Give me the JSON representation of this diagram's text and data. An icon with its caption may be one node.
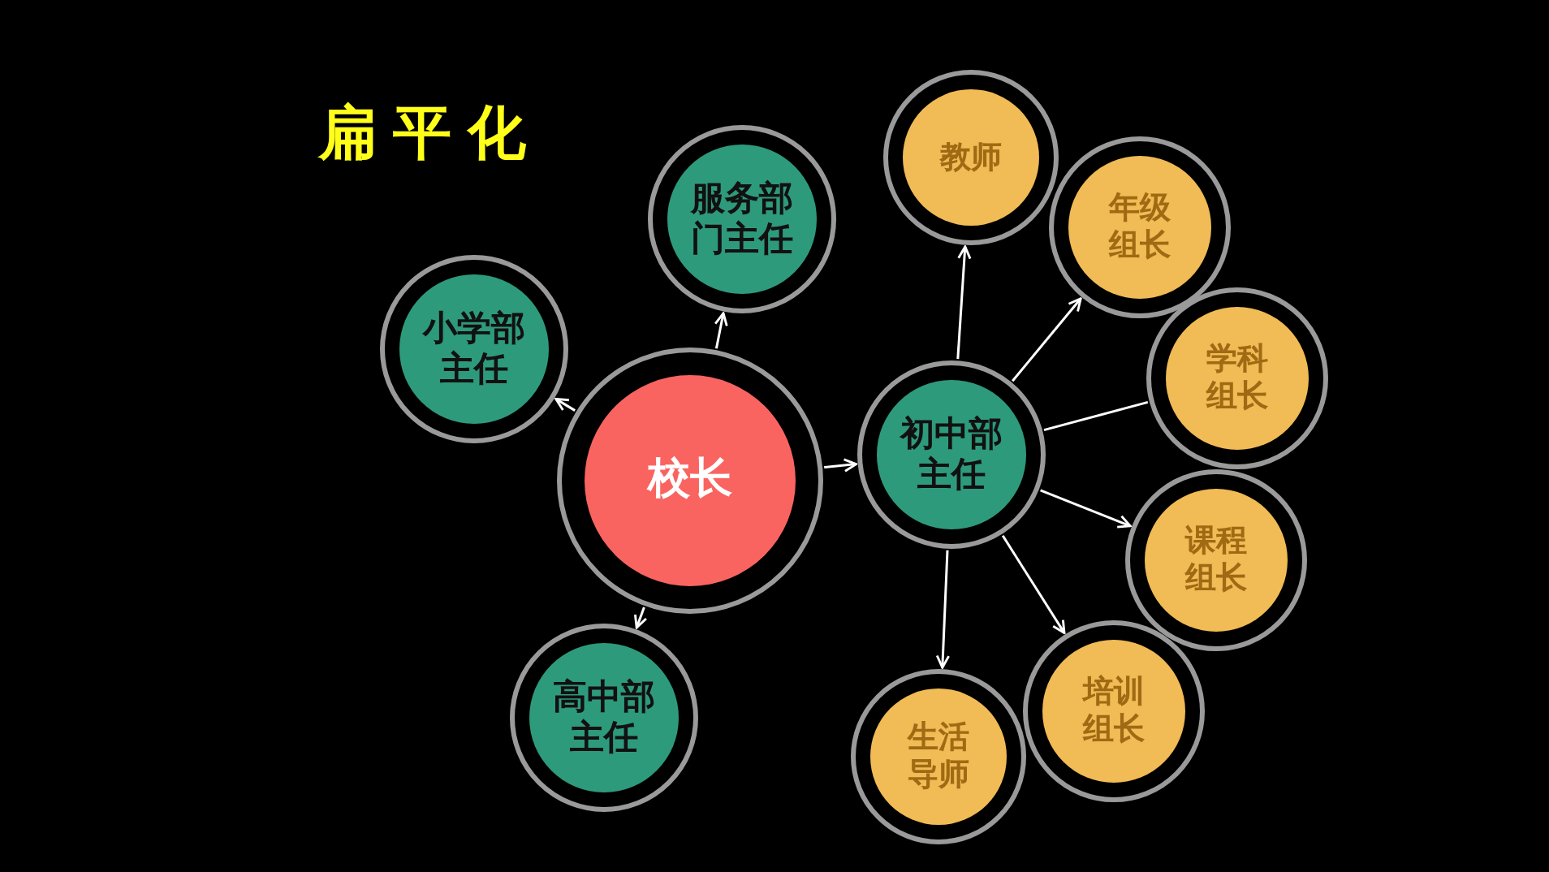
{
  "diagram": {
    "title": "扁平化",
    "nodes": [
      {
        "text": [
          "校长"
        ]
      },
      {
        "text": [
          "小学部主任"
        ]
      },
      {
        "text": [
          "服务部门主任"
        ]
      },
      {
        "text": [
          "高中部主任"
        ]
      },
      {
        "text": [
          "初中部主任"
        ]
      },
      {
        "text": [
          "教师"
        ]
      },
      {
        "text": [
          "年级组长"
        ]
      },
      {
        "text": [
          "学科组长"
        ]
      },
      {
        "text": [
          "课程组长"
        ]
      },
      {
        "text": [
          "培训组长"
        ]
      },
      {
        "text": [
          "生活导师"
        ]
      }
    ],
    "edges": [
      {
        "from": 0,
        "to": 1,
        "arrow": "to"
      },
      {
        "from": 0,
        "to": 2,
        "arrow": "to"
      },
      {
        "from": 0,
        "to": 3,
        "arrow": "to"
      },
      {
        "from": 0,
        "to": 4,
        "arrow": "to"
      },
      {
        "from": 4,
        "to": 5,
        "arrow": "to"
      },
      {
        "from": 4,
        "to": 6,
        "arrow": "to"
      },
      {
        "from": 4,
        "to": 7,
        "arrow": "none"
      },
      {
        "from": 4,
        "to": 8,
        "arrow": "to"
      },
      {
        "from": 4,
        "to": 9,
        "arrow": "to"
      },
      {
        "from": 4,
        "to": 10,
        "arrow": "to"
      }
    ]
  }
}
